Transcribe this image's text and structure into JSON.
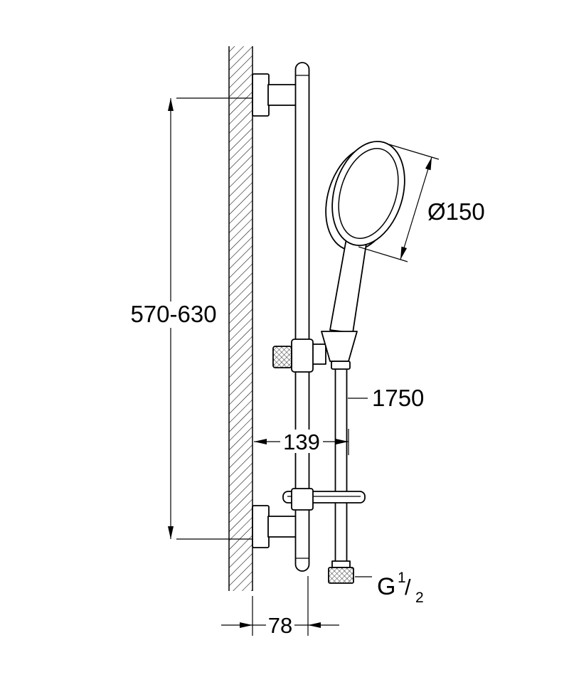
{
  "drawing": {
    "labels": {
      "height_range": "570-630",
      "head_diameter": "Ø150",
      "hose_length": "1750",
      "rail_offset": "139",
      "wall_offset": "78",
      "thread": {
        "prefix": "G",
        "numerator": "1",
        "slash": "/",
        "denominator": "2"
      }
    },
    "colors": {
      "line": "#000000",
      "background": "#ffffff"
    }
  }
}
